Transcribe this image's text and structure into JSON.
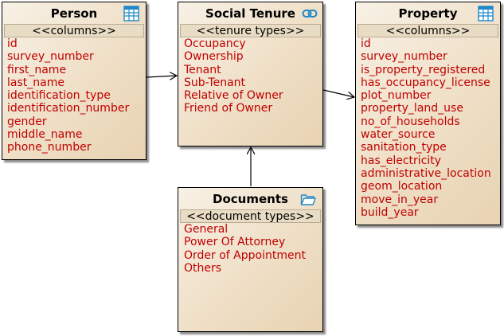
{
  "entities": {
    "person": {
      "title": "Person",
      "stereotype": "<<columns>>",
      "icon": "table-icon",
      "items": [
        "id",
        "survey_number",
        "first_name",
        "last_name",
        "identification_type",
        "identification_number",
        "gender",
        "middle_name",
        "phone_number"
      ]
    },
    "tenure": {
      "title": "Social Tenure",
      "stereotype": "<<tenure types>>",
      "icon": "link-icon",
      "items": [
        "Occupancy",
        "Ownership",
        "Tenant",
        "Sub-Tenant",
        "Relative of Owner",
        "Friend of Owner"
      ]
    },
    "property": {
      "title": "Property",
      "stereotype": "<<columns>>",
      "icon": "table-icon",
      "items": [
        "id",
        "survey_number",
        "is_property_registered",
        "has_occupancy_license",
        "plot_number",
        "property_land_use",
        "no_of_households",
        "water_source",
        "sanitation_type",
        "has_electricity",
        "administrative_location",
        "geom_location",
        "move_in_year",
        "build_year"
      ]
    },
    "documents": {
      "title": "Documents",
      "stereotype": "<<document types>>",
      "icon": "folder-icon",
      "items": [
        "General",
        "Power Of Attorney",
        "Order of Appointment",
        "Others"
      ]
    }
  },
  "colors": {
    "item_text": "#c00000",
    "table_icon": "#1e88c8",
    "link_icon": "#1e88c8",
    "folder_icon": "#1e88c8"
  }
}
